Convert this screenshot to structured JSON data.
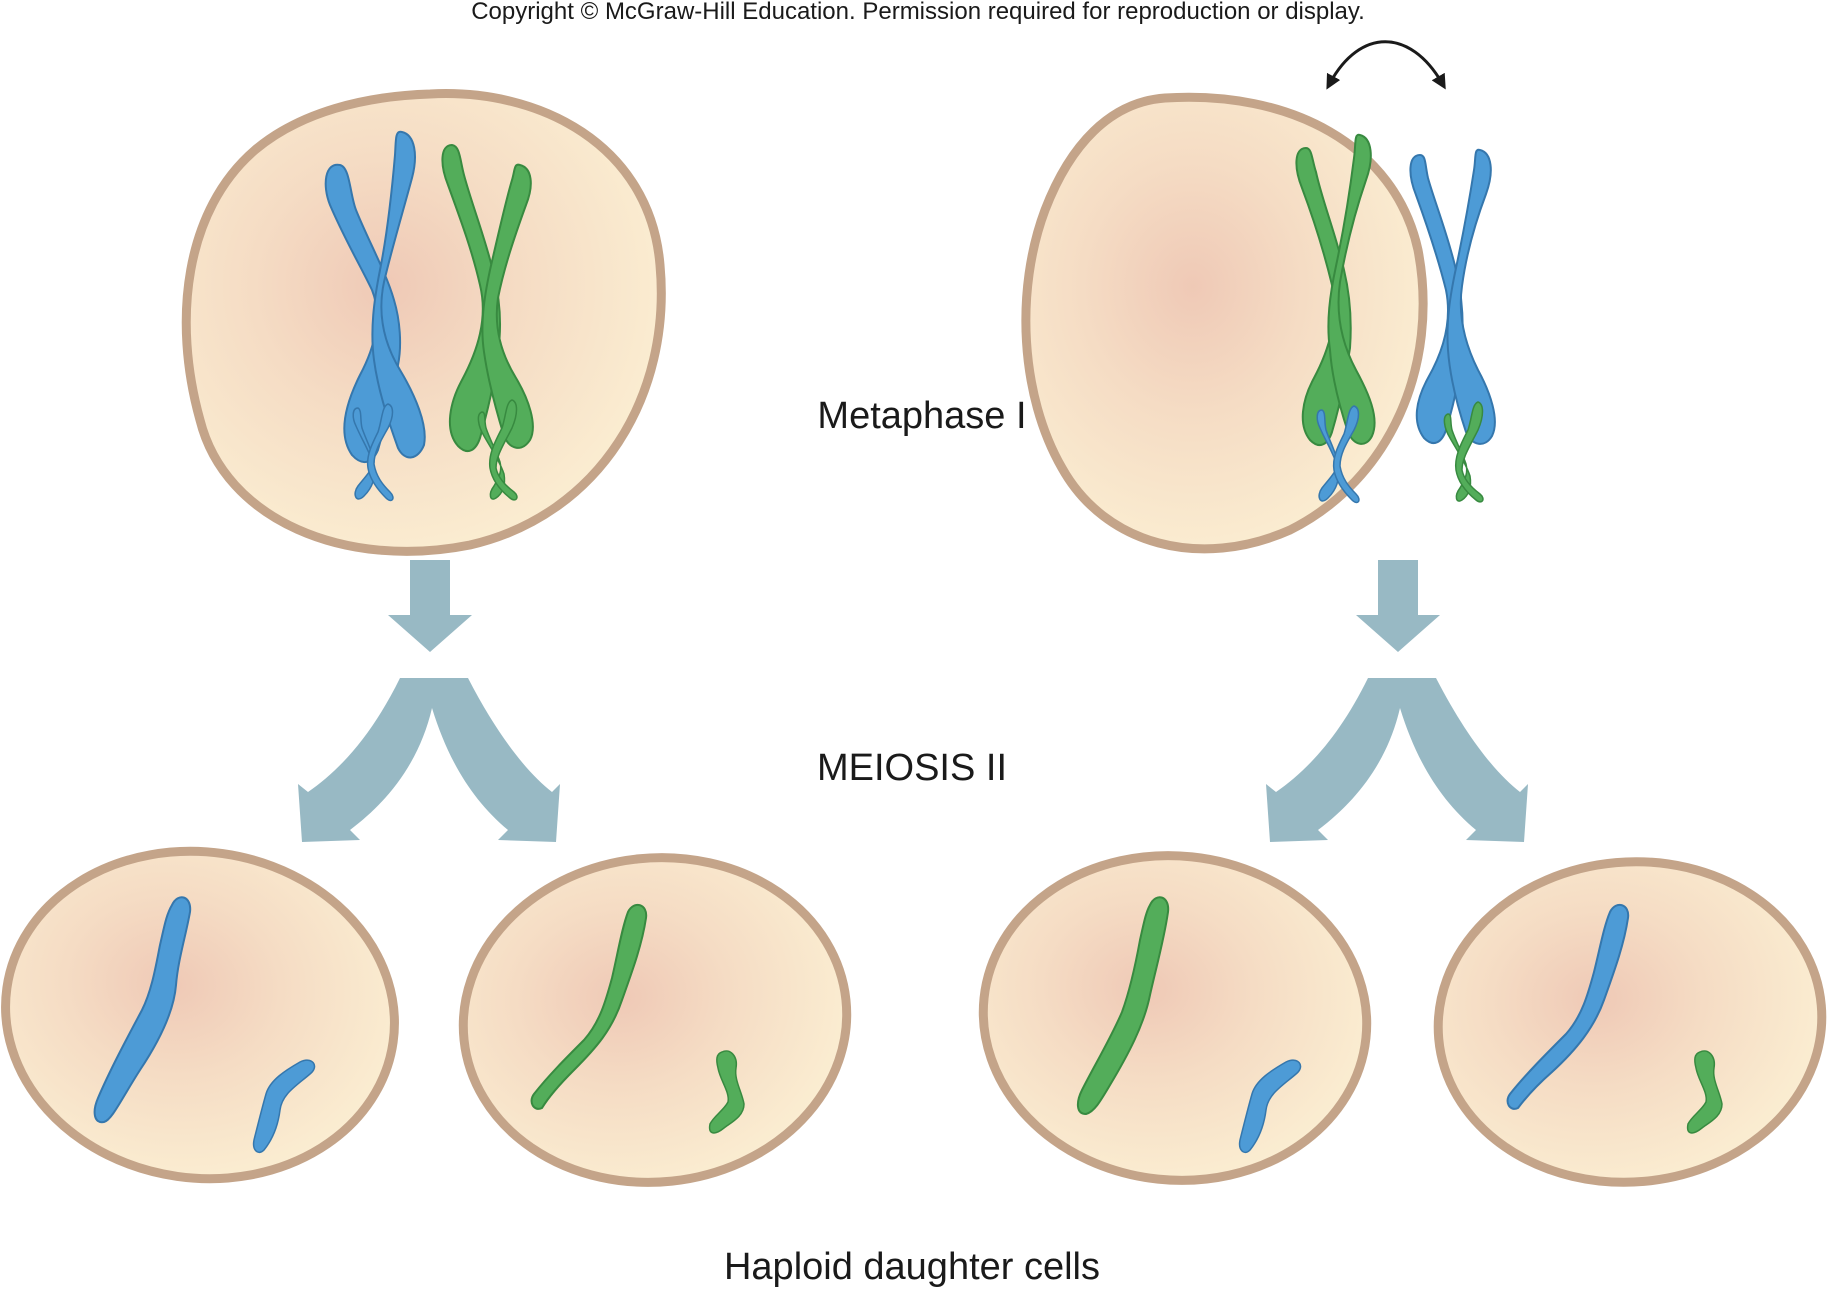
{
  "copyright": "Copyright © McGraw-Hill Education. Permission required for reproduction or display.",
  "labels": {
    "metaphase": "Metaphase I",
    "meiosis": "MEIOSIS II",
    "daughters": "Haploid daughter cells"
  },
  "colors": {
    "background": "#ffffff",
    "cell_fill": "#fbeed2",
    "cell_center": "#efc9b6",
    "cell_membrane": "#c4a489",
    "chromosome_blue": "#4d9bd6",
    "chromosome_blue_edge": "#3577ad",
    "chromosome_green": "#53ad5a",
    "chromosome_green_edge": "#388a40",
    "flow_arrow": "#98b9c4",
    "rotate_arrow": "#1a1a1a"
  },
  "icons": {
    "swap_indicator": "double-headed-curved-arrow-icon",
    "flow": "down-arrow-icon"
  }
}
